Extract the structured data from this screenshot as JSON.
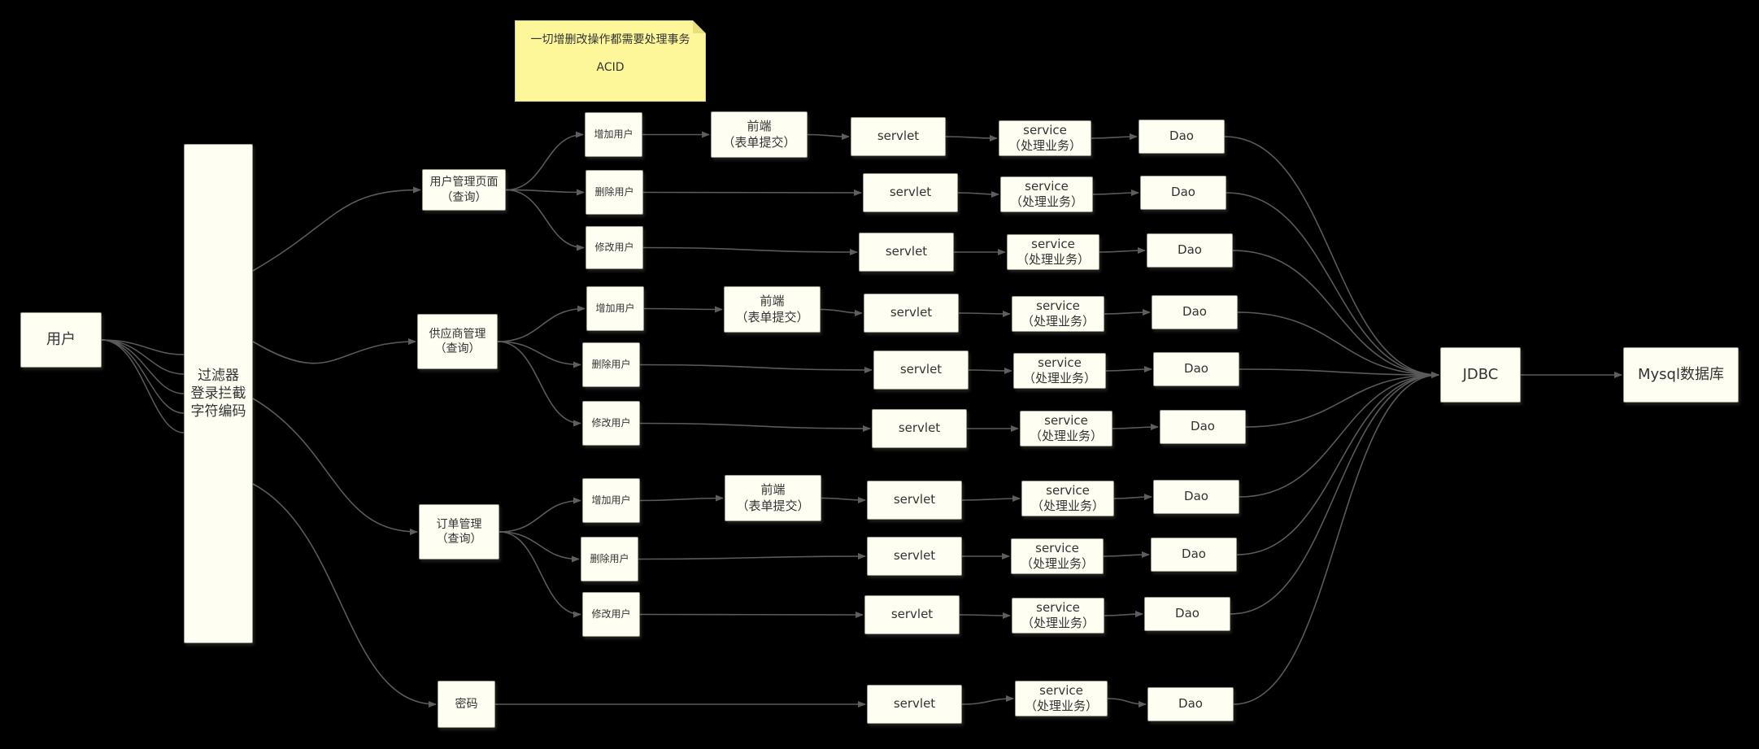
{
  "diagram": {
    "colors": {
      "background": "#000000",
      "node_fill": "#fefef2",
      "edge": "#5a5a5a",
      "note_fill": "#fdf79a"
    },
    "note": {
      "line1": "一切增删改操作都需要处理事务",
      "line2": "ACID"
    },
    "user": "用户",
    "filter": "过滤器\n登录拦截\n字符编码",
    "modules": [
      {
        "id": "m1",
        "label": "用户管理页面\n（查询）"
      },
      {
        "id": "m2",
        "label": "供应商管理\n（查询）"
      },
      {
        "id": "m3",
        "label": "订单管理\n（查询）"
      },
      {
        "id": "m4",
        "label": "密码"
      }
    ],
    "ops": {
      "add": "增加用户",
      "delete": "删除用户",
      "modify": "修改用户"
    },
    "frontend": "前端\n（表单提交）",
    "servlet": "servlet",
    "service": "service\n（处理业务）",
    "dao": "Dao",
    "jdbc": "JDBC",
    "mysql": "Mysql数据库"
  }
}
